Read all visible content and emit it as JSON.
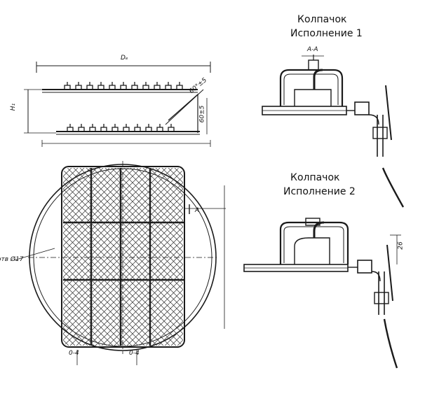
{
  "captions": {
    "cap1_title": "Колпачок",
    "cap1_variant": "Исполнение 1",
    "cap2_title": "Колпачок",
    "cap2_variant": "Исполнение 2"
  },
  "dimensions": {
    "diameter": "Dₑ",
    "height": "H₁",
    "angle": "60°±5",
    "angle2": "60±5",
    "section": "A-A",
    "arrow_a": "A",
    "hole": "отв Ø17",
    "gap_left": "0-4",
    "gap_right": "0-4",
    "cap_height": "26"
  }
}
